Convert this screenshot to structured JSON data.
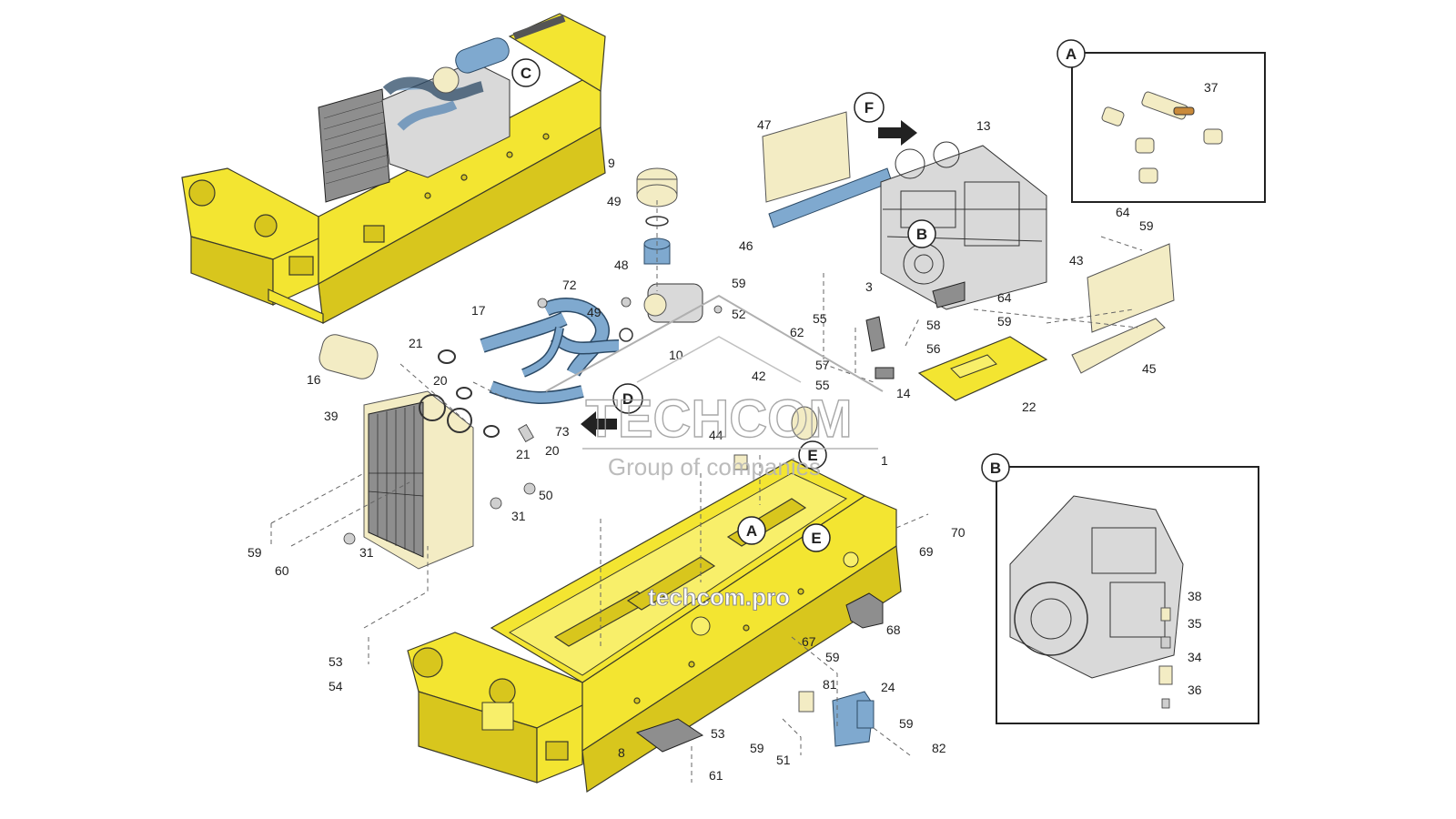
{
  "diagram": {
    "part_numbers": [
      "1",
      "3",
      "8",
      "9",
      "10",
      "13",
      "14",
      "16",
      "17",
      "20",
      "20",
      "21",
      "21",
      "22",
      "24",
      "31",
      "31",
      "34",
      "35",
      "36",
      "37",
      "38",
      "39",
      "42",
      "43",
      "44",
      "45",
      "46",
      "47",
      "48",
      "49",
      "49",
      "50",
      "51",
      "52",
      "53",
      "53",
      "54",
      "55",
      "55",
      "56",
      "57",
      "58",
      "59",
      "59",
      "59",
      "59",
      "59",
      "59",
      "59",
      "60",
      "61",
      "62",
      "64",
      "64",
      "67",
      "68",
      "69",
      "70",
      "72",
      "73",
      "81",
      "82"
    ],
    "callouts": [
      "A",
      "B",
      "C",
      "D",
      "E",
      "F"
    ],
    "detail_views": [
      {
        "letter": "A",
        "parts": [
          "37"
        ]
      },
      {
        "letter": "B",
        "parts": [
          "38",
          "35",
          "34",
          "36"
        ]
      }
    ]
  },
  "watermark": {
    "brand": "TECHCOM",
    "tagline": "Group of companies",
    "url": "techcom.pro"
  },
  "colors": {
    "frame_yellow": "#f3e531",
    "hose_blue": "#7fa9cf",
    "insulation_tan": "#f3ecc4",
    "line": "#222222"
  }
}
